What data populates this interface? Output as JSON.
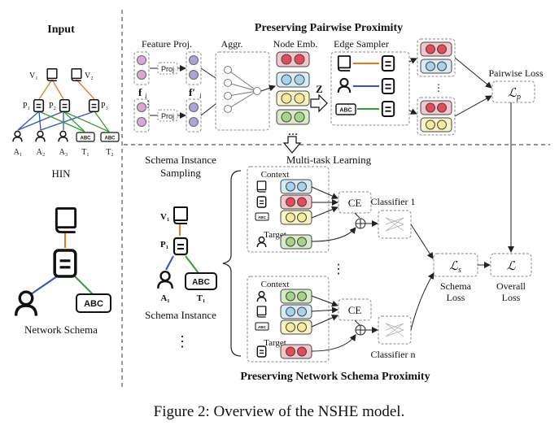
{
  "input": {
    "title": "Input",
    "hin_label": "HIN",
    "schema_label": "Network Schema",
    "nodes": {
      "v1": "V₁",
      "v2": "V₂",
      "p1": "P₁",
      "p2": "P₂",
      "p3": "P₃",
      "a1": "A₁",
      "a2": "A₂",
      "a3": "A₃",
      "t1": "T₁",
      "t2": "T₂"
    },
    "abc": "ABC"
  },
  "pairwise": {
    "title": "Preserving Pairwise Proximity",
    "feature_proj": "Feature Proj.",
    "proj": "Proj",
    "fi": "f",
    "fi_sub": "i",
    "fi_prime": "f′",
    "aggr": "Aggr.",
    "node_emb": "Node Emb.",
    "z": "Z",
    "edge_sampler": "Edge Sampler",
    "pairwise_loss": "Pairwise Loss",
    "lp": "ℒ",
    "lp_sub": "p",
    "vdots": "⋮",
    "hdots": "…"
  },
  "schema": {
    "instance_sampling_1": "Schema Instance",
    "instance_sampling_2": "Sampling",
    "instance_label": "Schema Instance",
    "v1": "V₁",
    "p1": "P₁",
    "a1": "A₁",
    "t1": "T₁",
    "multitask": "Multi-task Learning",
    "context": "Context",
    "target": "Target",
    "ce": "CE",
    "classifier1": "Classifier 1",
    "classifiern": "Classifier n",
    "ls": "ℒ",
    "ls_sub": "s",
    "schema_loss_1": "Schema",
    "schema_loss_2": "Loss",
    "overall": "ℒ",
    "overall_1": "Overall",
    "overall_2": "Loss",
    "title": "Preserving Network Schema Proximity",
    "vdots": "⋮"
  },
  "caption": "Figure 2: Overview of the NSHE model.",
  "colors": {
    "red": "#e34b5a",
    "red_bg": "#f3c6cb",
    "blue": "#a9d3ea",
    "blue_bg": "#d8ecf6",
    "yellow": "#f6ec9b",
    "yellow_bg": "#faf3c8",
    "green": "#a9d28a",
    "green_bg": "#d8ebc8",
    "pink": "#d9a9d6",
    "purple": "#a9a5d6",
    "orange_edge": "#e07b2a",
    "blue_edge": "#3553b8",
    "green_edge": "#3a9a3a"
  }
}
